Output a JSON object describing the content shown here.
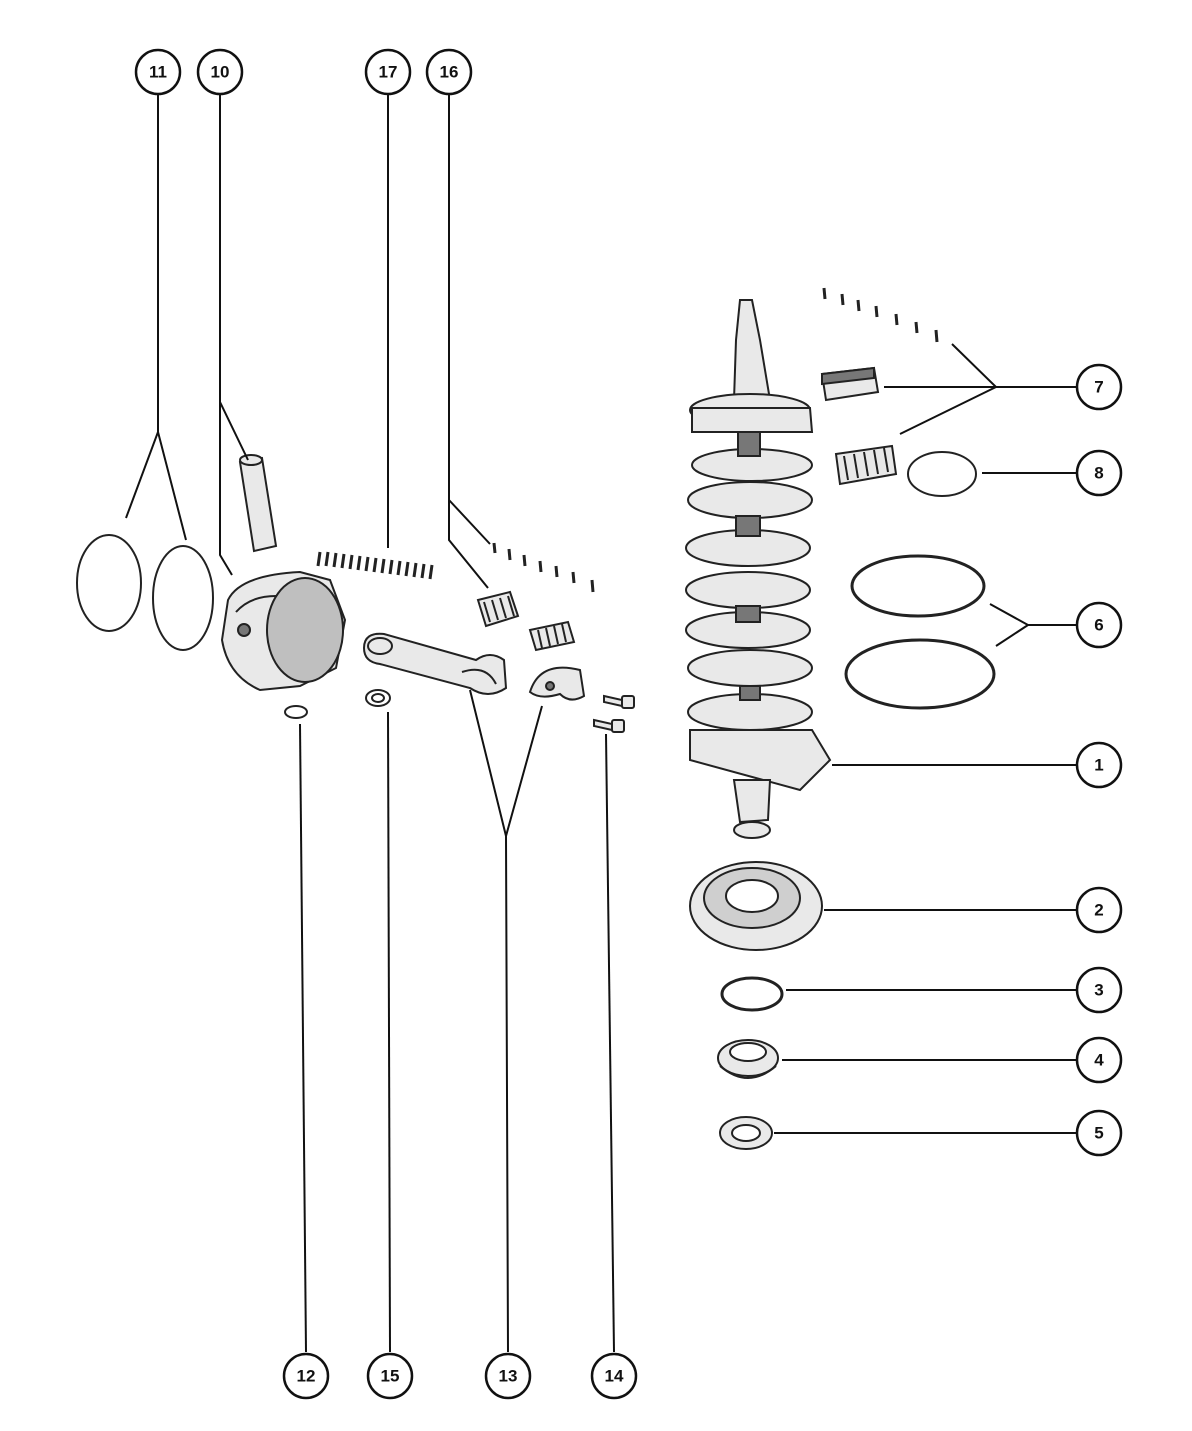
{
  "diagram": {
    "callouts": [
      {
        "label": "11"
      },
      {
        "label": "10"
      },
      {
        "label": "17"
      },
      {
        "label": "16"
      },
      {
        "label": "7"
      },
      {
        "label": "8"
      },
      {
        "label": "6"
      },
      {
        "label": "1"
      },
      {
        "label": "2"
      },
      {
        "label": "3"
      },
      {
        "label": "4"
      },
      {
        "label": "5"
      },
      {
        "label": "12"
      },
      {
        "label": "15"
      },
      {
        "label": "13"
      },
      {
        "label": "14"
      }
    ]
  }
}
